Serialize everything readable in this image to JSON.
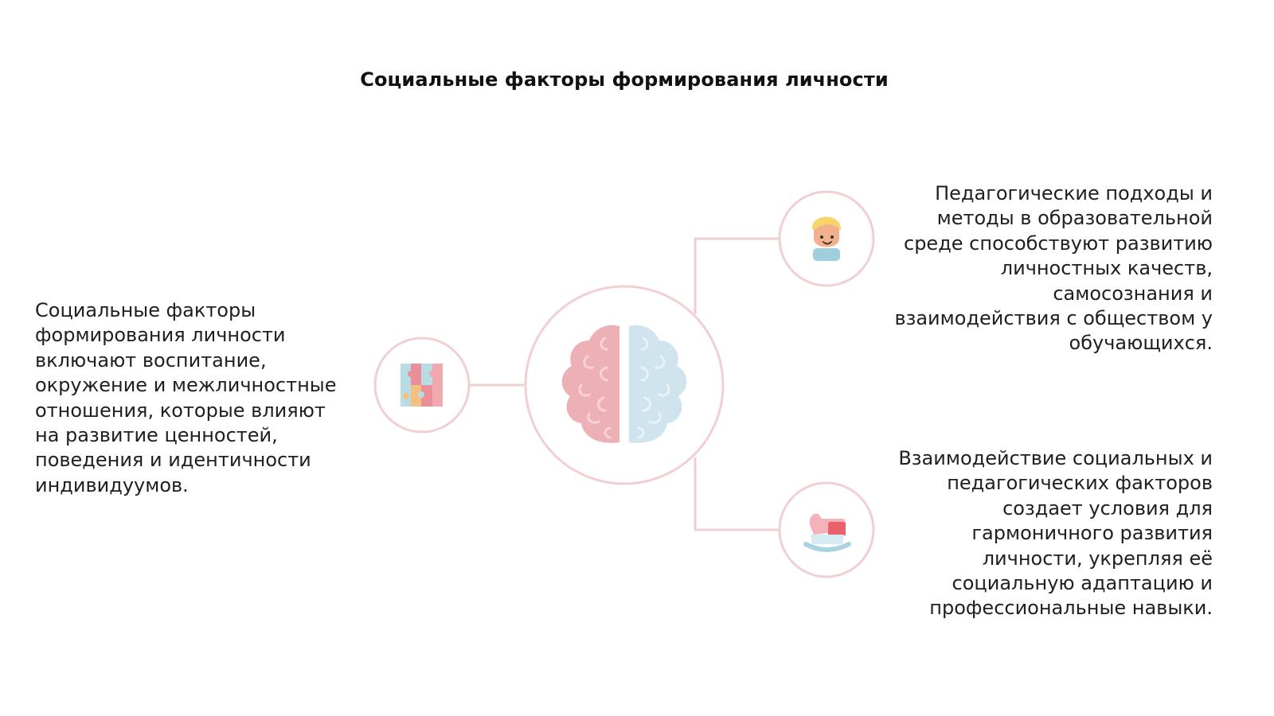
{
  "title": "Социальные факторы формирования личности",
  "colors": {
    "ring": "#f2cfd2",
    "connector": "#efcfd1",
    "brain_left": "#eeb0b7",
    "brain_right": "#cfe4ec",
    "text": "#1f1f1f"
  },
  "center_node": {
    "icon": "brain-icon"
  },
  "nodes": [
    {
      "id": "left",
      "icon": "puzzle-icon",
      "text": "Социальные факторы формирования личности включают воспитание, окружение и межличностные отношения, которые влияют на развитие ценностей, поведения и идентичности индивидуумов."
    },
    {
      "id": "right-top",
      "icon": "child-face-icon",
      "text": "Педагогические подходы и методы в образовательной среде способствуют развитию личностных качеств, самосознания и взаимодействия с обществом у обучающихся."
    },
    {
      "id": "right-bottom",
      "icon": "rocking-horse-icon",
      "text": "Взаимодействие социальных и педагогических факторов создает условия для гармоничного развития личности, укрепляя её социальную адаптацию и профессиональные навыки."
    }
  ]
}
